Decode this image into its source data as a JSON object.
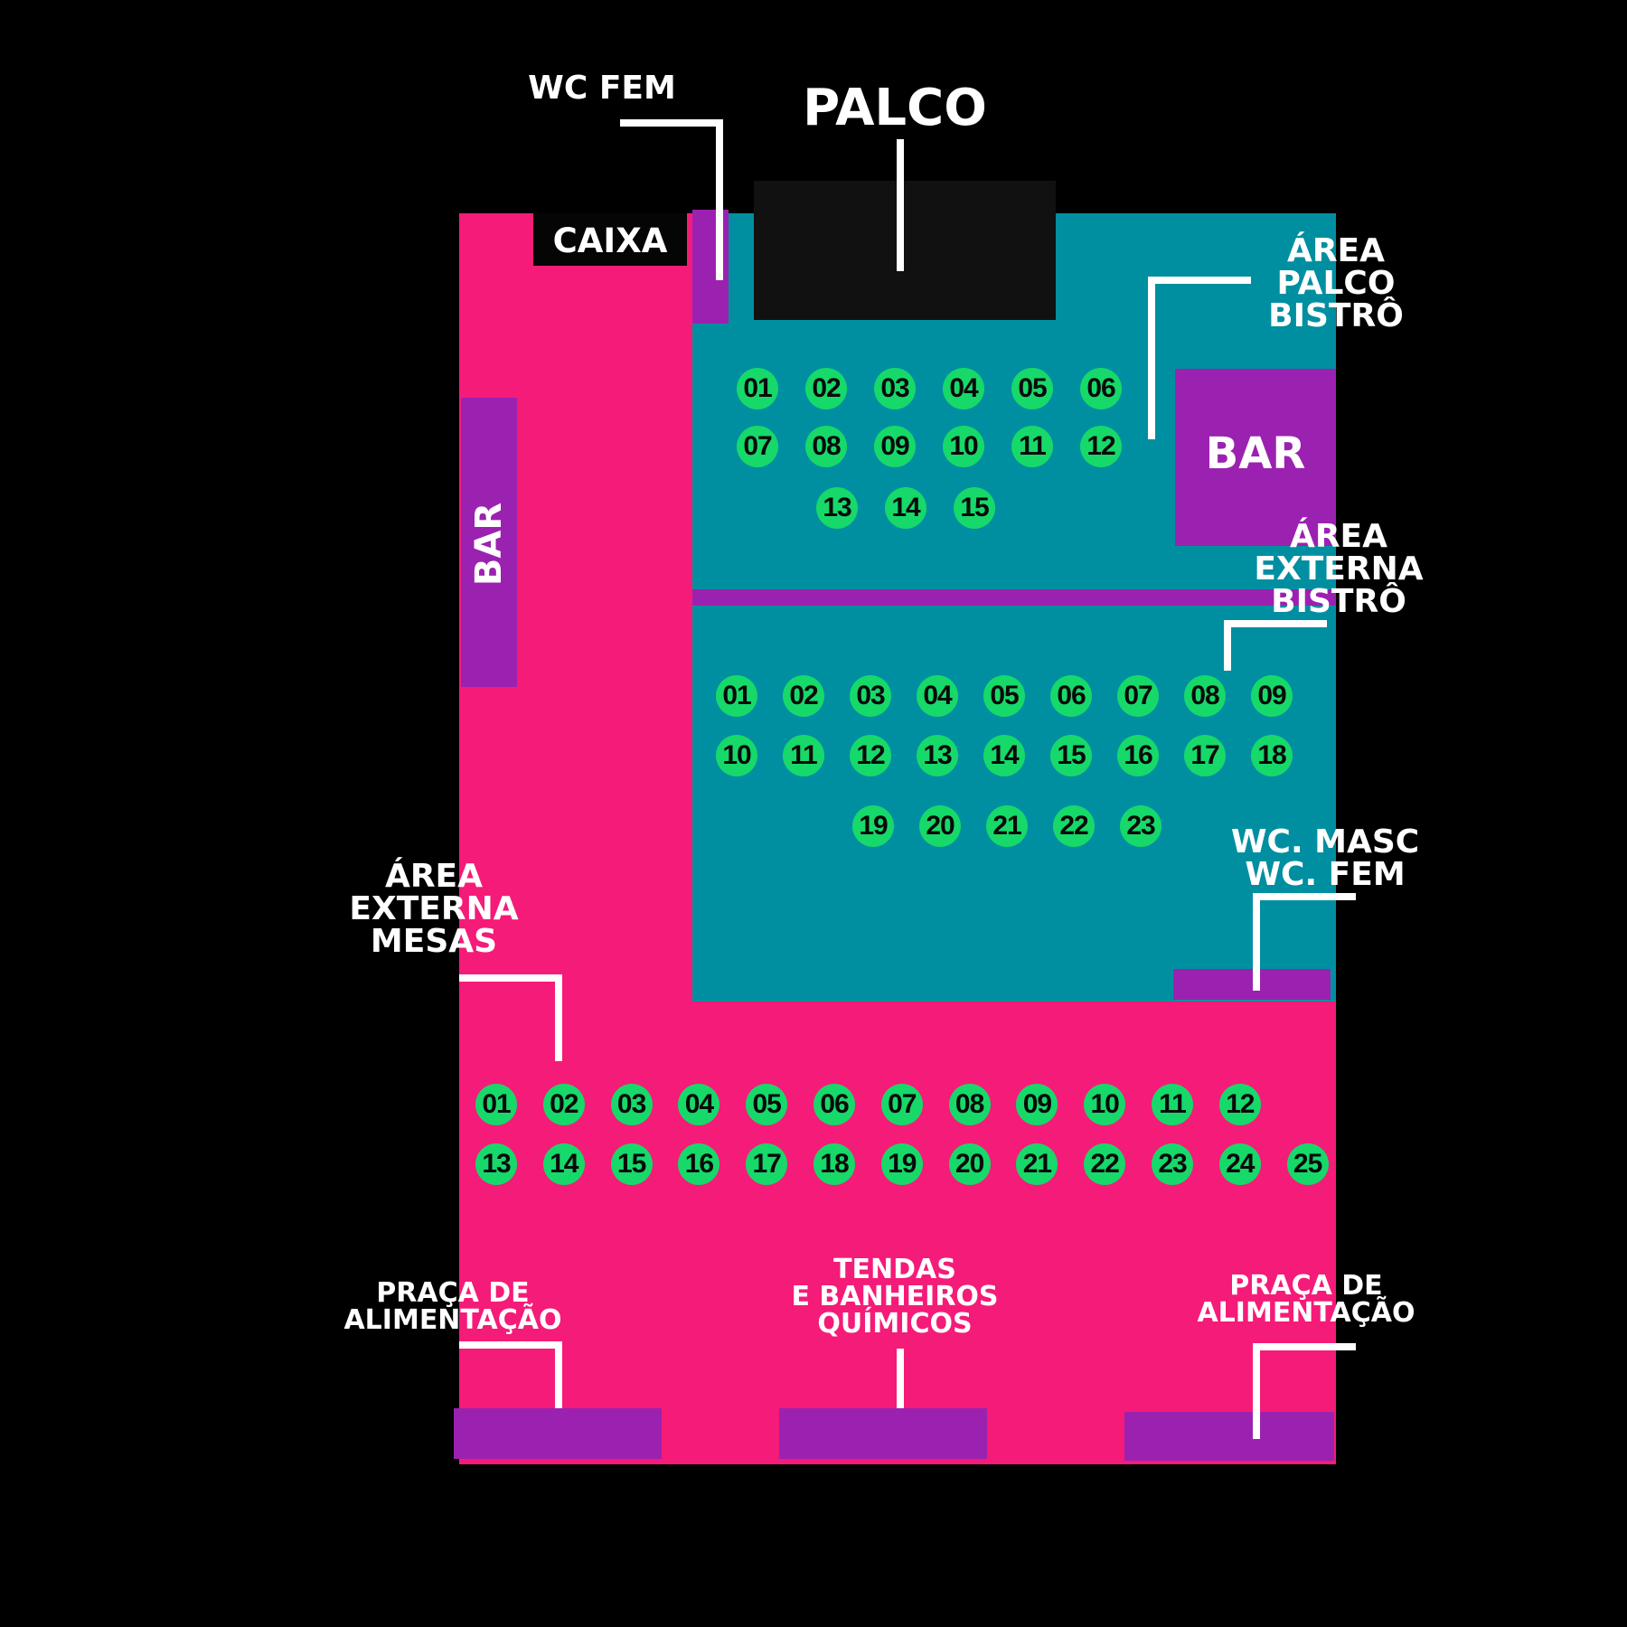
{
  "colors": {
    "background": "#000000",
    "outer_area": "#f51b78",
    "bistro_area": "#008fa0",
    "fixture": "#9b22b0",
    "stage": "#111111",
    "seat": "#16d96a",
    "text": "#ffffff"
  },
  "labels": {
    "palco": "PALCO",
    "wc_fem": "WC FEM",
    "caixa": "CAIXA",
    "area_palco_bistro": [
      "ÁREA",
      "PALCO",
      "BISTRÔ"
    ],
    "bar_right": "BAR",
    "bar_left": "BAR",
    "area_externa_bistro": [
      "ÁREA",
      "EXTERNA",
      "BISTRÔ"
    ],
    "wc_masc_fem": [
      "WC. MASC",
      "WC. FEM"
    ],
    "area_externa_mesas": [
      "ÁREA",
      "EXTERNA",
      "MESAS"
    ],
    "praca_left": [
      "PRAÇA DE",
      "ALIMENTAÇÃO"
    ],
    "tendas": [
      "TENDAS",
      "E BANHEIROS",
      "QUÍMICOS"
    ],
    "praca_right": [
      "PRAÇA DE",
      "ALIMENTAÇÃO"
    ]
  },
  "sections": {
    "area_palco_bistro": {
      "rows": [
        [
          "01",
          "02",
          "03",
          "04",
          "05",
          "06"
        ],
        [
          "07",
          "08",
          "09",
          "10",
          "11",
          "12"
        ],
        [
          "13",
          "14",
          "15"
        ]
      ]
    },
    "area_externa_bistro": {
      "rows": [
        [
          "01",
          "02",
          "03",
          "04",
          "05",
          "06",
          "07",
          "08",
          "09"
        ],
        [
          "10",
          "11",
          "12",
          "13",
          "14",
          "15",
          "16",
          "17",
          "18"
        ],
        [
          "19",
          "20",
          "21",
          "22",
          "23"
        ]
      ]
    },
    "area_externa_mesas": {
      "rows": [
        [
          "01",
          "02",
          "03",
          "04",
          "05",
          "06",
          "07",
          "08",
          "09",
          "10",
          "11",
          "12"
        ],
        [
          "13",
          "14",
          "15",
          "16",
          "17",
          "18",
          "19",
          "20",
          "21",
          "22",
          "23",
          "24",
          "25"
        ]
      ]
    }
  }
}
